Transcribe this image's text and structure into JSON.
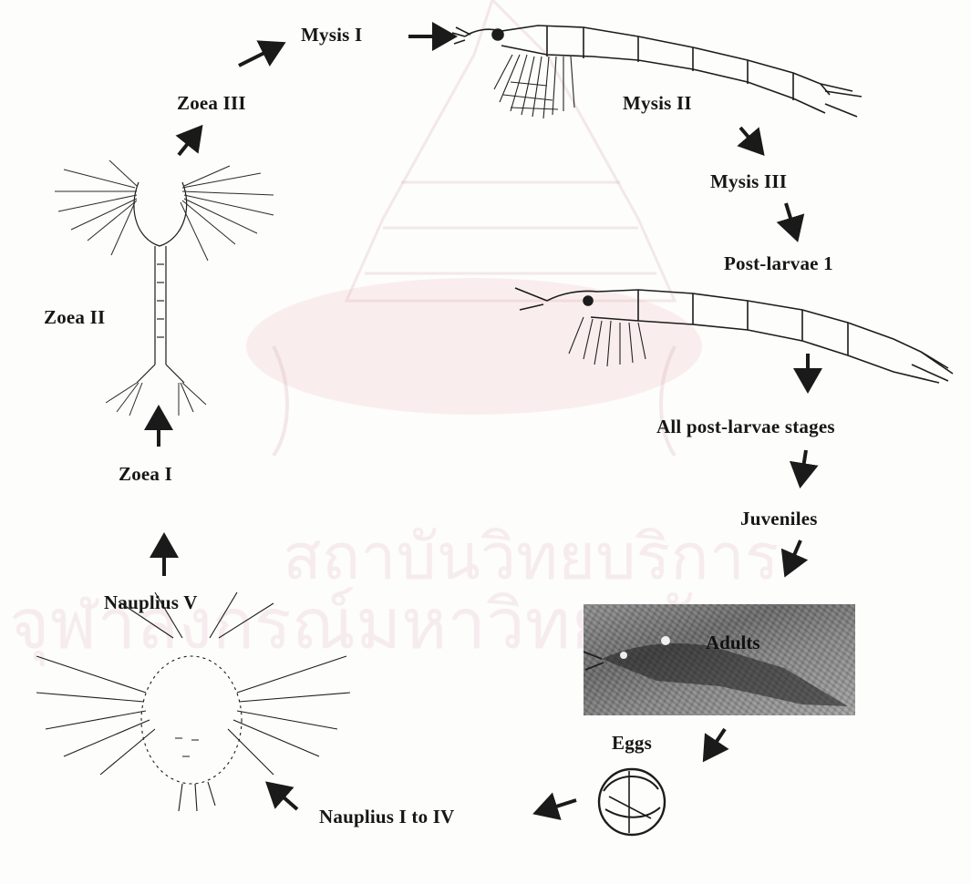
{
  "diagram": {
    "stages": {
      "mysis_1": "Mysis I",
      "mysis_2": "Mysis II",
      "mysis_3": "Mysis III",
      "post_larvae_1": "Post-larvae 1",
      "all_post_larvae": "All post-larvae stages",
      "juveniles": "Juveniles",
      "adults": "Adults",
      "eggs": "Eggs",
      "nauplius_1_4": "Nauplius I to IV",
      "nauplius_5": "Nauplius V",
      "zoea_1": "Zoea I",
      "zoea_2": "Zoea II",
      "zoea_3": "Zoea III"
    },
    "watermark": {
      "line1": "สถาบันวิทยบริการ",
      "line2": "จุฬาลงกรณ์มหาวิทยาลัย"
    }
  }
}
